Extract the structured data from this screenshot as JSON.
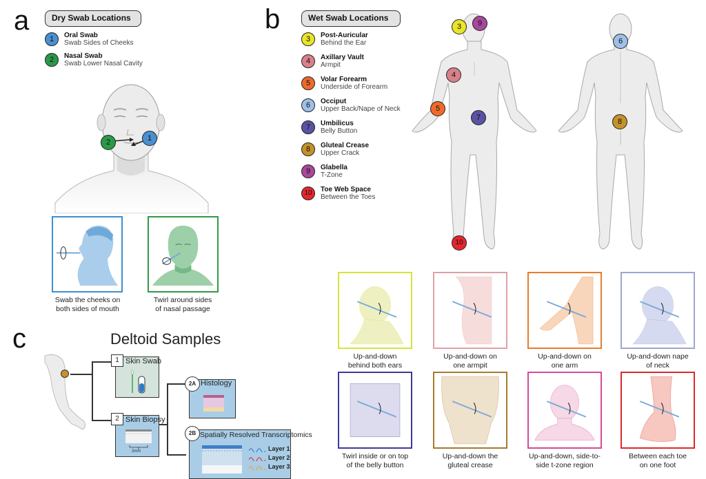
{
  "panels": {
    "a": {
      "letter": "a",
      "legend_title": "Dry Swab Locations",
      "items": [
        {
          "num": "1",
          "name": "Oral Swab",
          "desc": "Swab Sides of Cheeks",
          "color": "#4a90d0"
        },
        {
          "num": "2",
          "name": "Nasal Swab",
          "desc": "Swab Lower Nasal Cavity",
          "color": "#2a9a48"
        }
      ],
      "cards": [
        {
          "caption_line1": "Swab the cheeks on",
          "caption_line2": "both sides of mouth",
          "border": "#3d8fcf"
        },
        {
          "caption_line1": "Twirl around sides",
          "caption_line2": "of nasal passage",
          "border": "#2f9a45"
        }
      ]
    },
    "b": {
      "letter": "b",
      "legend_title": "Wet Swab Locations",
      "items": [
        {
          "num": "3",
          "name": "Post-Auricular",
          "desc": "Behind the Ear",
          "color": "#e8e52a"
        },
        {
          "num": "4",
          "name": "Axillary Vault",
          "desc": "Armpit",
          "color": "#d8818a"
        },
        {
          "num": "5",
          "name": "Volar Forearm",
          "desc": "Underside of Forearm",
          "color": "#ee6a2b"
        },
        {
          "num": "6",
          "name": "Occiput",
          "desc": "Upper Back/Nape of Neck",
          "color": "#9ec0e6"
        },
        {
          "num": "7",
          "name": "Umbilicus",
          "desc": "Belly Button",
          "color": "#5a52a3"
        },
        {
          "num": "8",
          "name": "Gluteal Crease",
          "desc": "Upper Crack",
          "color": "#c4922c"
        },
        {
          "num": "9",
          "name": "Glabella",
          "desc": "T-Zone",
          "color": "#a8489c"
        },
        {
          "num": "10",
          "name": "Toe Web Space",
          "desc": "Between the Toes",
          "color": "#e3262e"
        }
      ],
      "cards": [
        {
          "caption_line1": "Up-and-down",
          "caption_line2": "behind both ears",
          "border": "#d9e23a",
          "tint": "#eef0c2"
        },
        {
          "caption_line1": "Up-and-down on",
          "caption_line2": "one armpit",
          "border": "#e0a0a6",
          "tint": "#f7dcdc"
        },
        {
          "caption_line1": "Up-and-down on",
          "caption_line2": "one arm",
          "border": "#ea7a2a",
          "tint": "#f8d6bb"
        },
        {
          "caption_line1": "Up-and-down nape",
          "caption_line2": "of neck",
          "border": "#9ea6d0",
          "tint": "#d6daf0"
        },
        {
          "caption_line1": "Twirl inside or on top",
          "caption_line2": "of the belly button",
          "border": "#3a3a98",
          "tint": "#dcdcee"
        },
        {
          "caption_line1": "Up-and-down the",
          "caption_line2": "gluteal crease",
          "border": "#a57a2e",
          "tint": "#efe2cc"
        },
        {
          "caption_line1": "Up-and-down, side-to-",
          "caption_line2": "side t-zone region",
          "border": "#d8489a",
          "tint": "#f6d8e6"
        },
        {
          "caption_line1": "Between each toe",
          "caption_line2": "on one foot",
          "border": "#db2a2a",
          "tint": "#f6c8c0"
        }
      ]
    },
    "c": {
      "letter": "c",
      "title": "Deltoid Samples",
      "boxes": {
        "swab": {
          "num": "1",
          "label": "Skin Swab"
        },
        "biopsy": {
          "num": "2",
          "label": "Skin Biopsy",
          "scale": "3mm"
        },
        "histology": {
          "num": "2A",
          "label": "Histology"
        },
        "srt": {
          "num": "2B",
          "label": "Spatially Resolved Transcriptomics",
          "layers": [
            {
              "label": "Layer 1",
              "color": "#3b7fd4"
            },
            {
              "label": "Layer 2",
              "color": "#d8384a"
            },
            {
              "label": "Layer 3",
              "color": "#e8a23a"
            }
          ]
        }
      }
    }
  }
}
